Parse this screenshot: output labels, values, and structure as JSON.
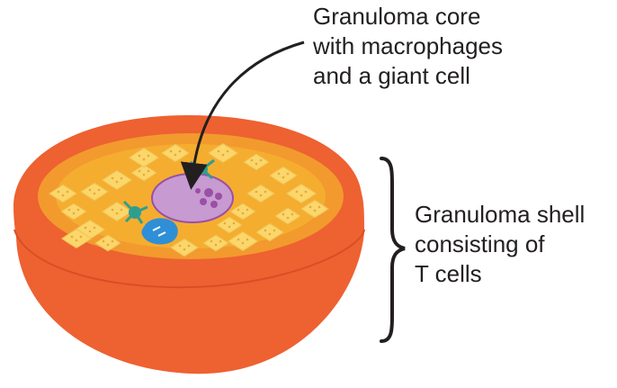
{
  "labels": {
    "core": {
      "lines": [
        "Granuloma core",
        "with macrophages",
        "and a giant cell"
      ]
    },
    "shell": {
      "lines": [
        "Granuloma shell",
        "consisting of",
        "T cells"
      ]
    }
  },
  "colors": {
    "hemisphere_outer": "#ee6131",
    "hemisphere_rim": "#f0662f",
    "cut_face_edge": "#f29a2e",
    "cut_face_fill": "#f5ad2f",
    "macrophage": "#fbd66b",
    "macrophage_dots": "#e6a93b",
    "giant_cell_membrane": "#c79ad1",
    "giant_cell_nucleus": "#9b4fa6",
    "dendritic_cell": "#2f9e8f",
    "t_cell": "#2f8fd6",
    "arrow": "#231f20",
    "brace": "#231f20"
  },
  "icons": [
    "granuloma-hemisphere",
    "giant-cell",
    "dendritic-cell",
    "t-cell",
    "macrophage",
    "pointer-arrow",
    "curly-brace"
  ]
}
